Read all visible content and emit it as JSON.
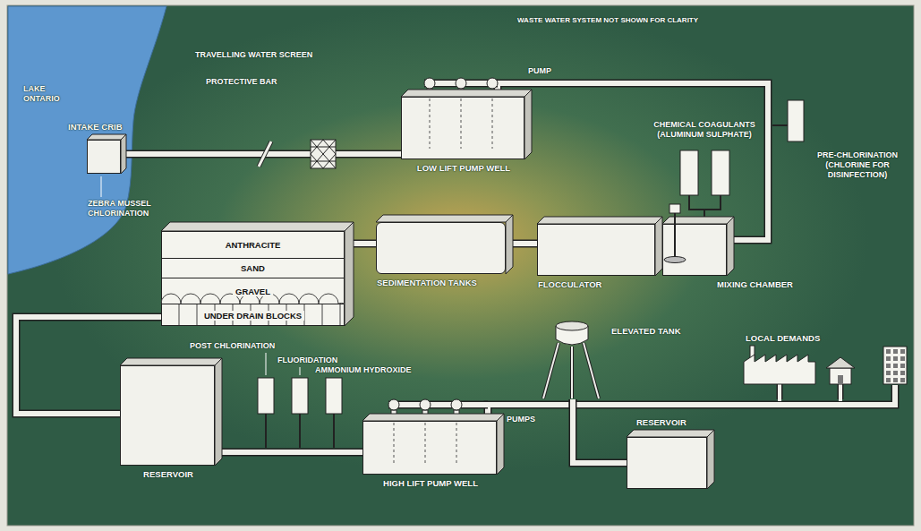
{
  "diagram": {
    "nodes": [
      {
        "text": [
          "INTAKE CRIB"
        ]
      },
      {
        "text": [
          "LOW LIFT PUMP WELL"
        ]
      },
      {
        "text": [
          "MIXING CHAMBER"
        ]
      },
      {
        "text": [
          "FLOCCULATOR"
        ]
      },
      {
        "text": [
          "SEDIMENTATION TANKS"
        ]
      },
      {
        "text": [
          "ANTHRACITE",
          "SAND",
          "GRAVEL",
          "UNDER DRAIN BLOCKS"
        ]
      },
      {
        "text": [
          "RESERVOIR"
        ]
      },
      {
        "text": [
          "HIGH LIFT PUMP WELL"
        ]
      },
      {
        "text": [
          "ELEVATED TANK"
        ]
      },
      {
        "text": [
          "LOCAL DEMANDS"
        ]
      },
      {
        "text": [
          "RESERVOIR"
        ]
      }
    ],
    "edges": [
      {
        "from": 0,
        "to": 1,
        "arrow": "none"
      },
      {
        "from": 1,
        "to": 2,
        "arrow": "none"
      },
      {
        "from": 2,
        "to": 3,
        "arrow": "none"
      },
      {
        "from": 3,
        "to": 4,
        "arrow": "none"
      },
      {
        "from": 4,
        "to": 5,
        "arrow": "none"
      },
      {
        "from": 5,
        "to": 6,
        "arrow": "none"
      },
      {
        "from": 6,
        "to": 7,
        "arrow": "none"
      },
      {
        "from": 7,
        "to": 8,
        "arrow": "none"
      },
      {
        "from": 8,
        "to": 9,
        "arrow": "none"
      },
      {
        "from": 8,
        "to": 10,
        "arrow": "none"
      }
    ],
    "labels": [
      "WASTE WATER SYSTEM NOT SHOWN FOR CLARITY",
      "LAKE ONTARIO",
      "TRAVELLING WATER SCREEN",
      "PROTECTIVE BAR",
      "ZEBRA MUSSEL CHLORINATION",
      "PUMP",
      "CHEMICAL COAGULANTS (ALUMINUM SULPHATE)",
      "PRE-CHLORINATION (CHLORINE FOR DISINFECTION)",
      "POST CHLORINATION",
      "FLUORIDATION",
      "AMMONIUM HYDROXIDE",
      "PUMPS"
    ]
  }
}
